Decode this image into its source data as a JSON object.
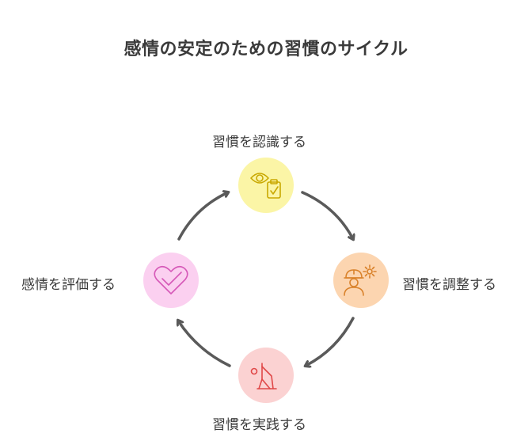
{
  "diagram": {
    "title": "感情の安定のための習慣のサイクル",
    "steps": [
      {
        "label": "習慣を認識する",
        "icon": "eye-clipboard-icon",
        "color": "#fbf5a6"
      },
      {
        "label": "習慣を調整する",
        "icon": "worker-gear-icon",
        "color": "#fcd5b0"
      },
      {
        "label": "習慣を実践する",
        "icon": "yoga-pose-icon",
        "color": "#fbd2d2"
      },
      {
        "label": "感情を評価する",
        "icon": "heart-check-icon",
        "color": "#fbd0f0"
      }
    ],
    "arrow_color": "#5a5a5a"
  }
}
